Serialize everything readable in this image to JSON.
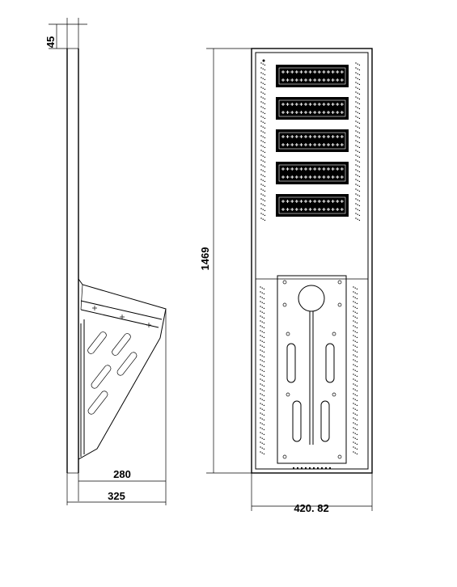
{
  "dimensions": {
    "arm_thickness": "45",
    "bracket_depth": "280",
    "overall_depth": "325",
    "overall_height": "1469",
    "overall_width": "420. 82"
  },
  "front_view": {
    "led_module_count": 5,
    "mounting_slot_count": 4
  },
  "colors": {
    "line": "#000000",
    "led_panel": "#000000",
    "background": "#ffffff"
  }
}
